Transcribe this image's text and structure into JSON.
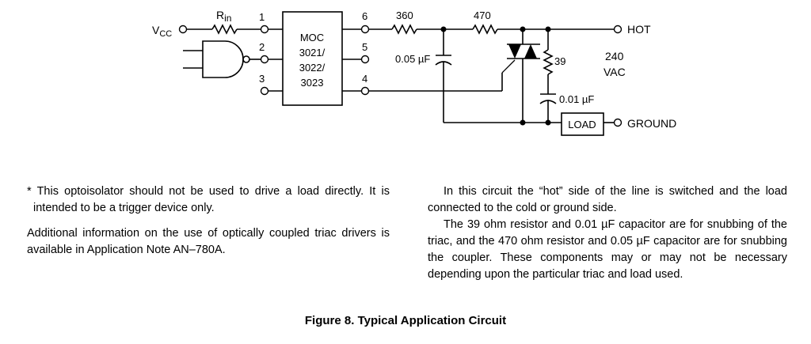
{
  "circuit": {
    "vcc_label": "V",
    "vcc_sub": "CC",
    "rin_label": "R",
    "rin_sub": "in",
    "chip_lines": [
      "MOC",
      "3021/",
      "3022/",
      "3023"
    ],
    "pins": [
      "1",
      "2",
      "3",
      "6",
      "5",
      "4"
    ],
    "r360": "360",
    "r470": "470",
    "cap005": "0.05 µF",
    "r39": "39",
    "cap001": "0.01 µF",
    "hot": "HOT",
    "voltage_line1": "240",
    "voltage_line2": "VAC",
    "load": "LOAD",
    "ground": "GROUND"
  },
  "text": {
    "note": "* This optoisolator should not be used to drive a load directly. It is intended to be a trigger device only.",
    "additional": "Additional information on the use of optically coupled triac drivers is available in Application Note AN–780A.",
    "para1": "In this circuit the “hot” side of the line is switched and the load connected to the cold or ground side.",
    "para2": "The 39 ohm resistor and 0.01 µF capacitor are for snubbing of the triac, and the 470 ohm resistor and 0.05 µF capacitor are for snubbing the coupler. These components may or may not be necessary depending upon the particular triac and load used."
  },
  "caption": "Figure 8. Typical Application Circuit"
}
